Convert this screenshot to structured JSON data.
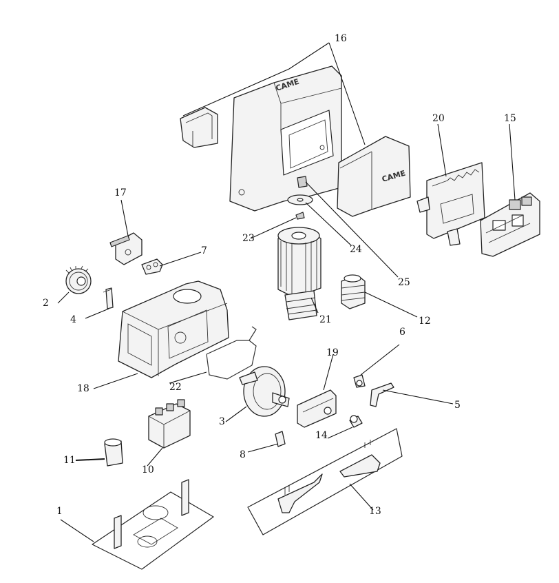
{
  "diagram": {
    "brand_text": "CAME",
    "callouts": {
      "c1": "1",
      "c2": "2",
      "c3": "3",
      "c4": "4",
      "c5": "5",
      "c6": "6",
      "c7": "7",
      "c8": "8",
      "c10": "10",
      "c11": "11",
      "c12": "12",
      "c13": "13",
      "c14": "14",
      "c15": "15",
      "c16": "16",
      "c17": "17",
      "c18": "18",
      "c19": "19",
      "c20": "20",
      "c21": "21",
      "c22": "22",
      "c23": "23",
      "c24": "24",
      "c25": "25"
    }
  }
}
